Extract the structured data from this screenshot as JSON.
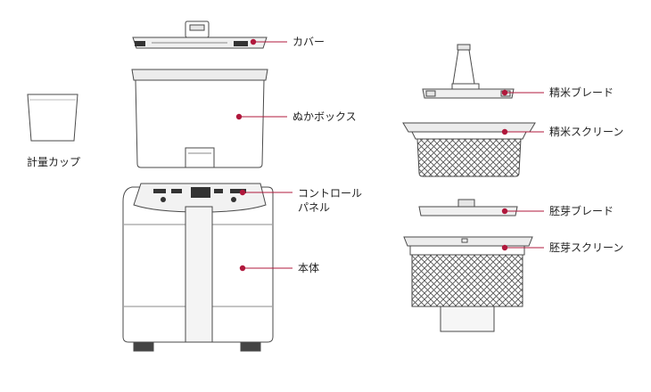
{
  "parts": {
    "cover": "カバー",
    "bran_box": "ぬかボックス",
    "measuring_cup": "計量カップ",
    "control_panel_line1": "コントロール",
    "control_panel_line2": "パネル",
    "body": "本体",
    "polishing_blade": "精米ブレード",
    "polishing_screen": "精米スクリーン",
    "germ_blade": "胚芽ブレード",
    "germ_screen": "胚芽スクリーン"
  },
  "colors": {
    "leader": "#b0183c",
    "outline": "#4a4a4a",
    "fill": "#ffffff",
    "shade": "#e6e6e6",
    "dark": "#333333"
  }
}
